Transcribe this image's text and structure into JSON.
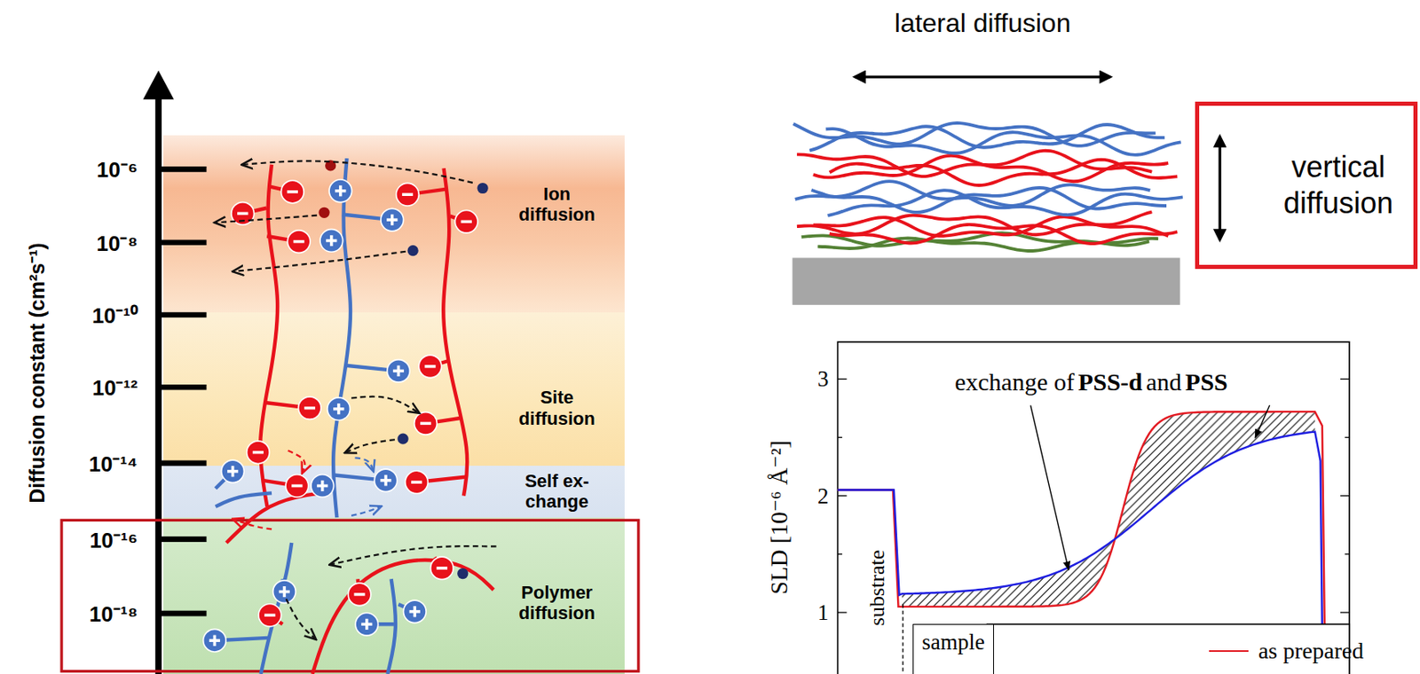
{
  "diagram": {
    "nodes": [
      {
        "text": [
          "Ion diffusion"
        ]
      },
      {
        "text": [
          "Site diffusion"
        ]
      },
      {
        "text": [
          "Self ex- change"
        ]
      },
      {
        "text": [
          "Polymer diffusion"
        ]
      },
      {
        "text": [
          "vertical diffusion"
        ]
      },
      {
        "text": [
          "sample"
        ]
      }
    ],
    "labels": [
      "Diffusion constant (cm²s⁻¹)",
      "10⁻⁶",
      "10⁻⁸",
      "10⁻¹⁰",
      "10⁻¹²",
      "10⁻¹⁴",
      "10⁻¹⁶",
      "10⁻¹⁸",
      "lateral diffusion",
      "exchange of",
      "PSS-d",
      "and",
      "PSS",
      "3",
      "2",
      "1",
      "SLD [10⁻⁶ Å⁻²]",
      "substrate"
    ],
    "legend": [
      {
        "text": "as prepared"
      }
    ]
  }
}
